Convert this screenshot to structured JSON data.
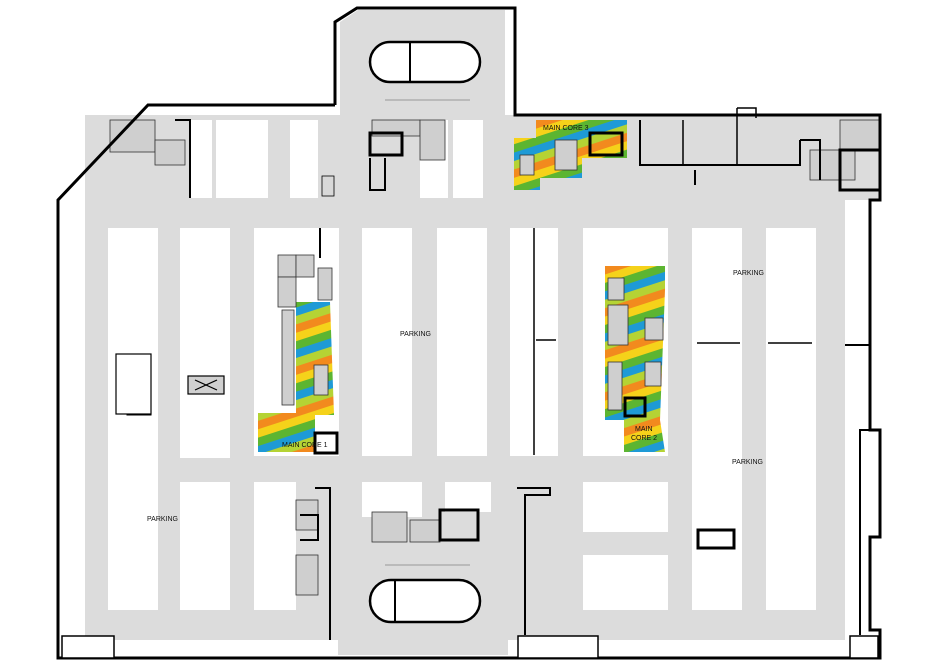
{
  "labels": {
    "parking_center": "PARKING",
    "parking_east_upper": "PARKING",
    "parking_east_lower": "PARKING",
    "parking_west": "PARKING",
    "core1": "MAIN CORE 1",
    "core2_line1": "MAIN",
    "core2_line2": "CORE 2",
    "core3": "MAIN CORE 3"
  },
  "colors": {
    "wall": "#000000",
    "road": "#dcdcdc",
    "island": "#ffffff",
    "stair": "#cfcfcf",
    "band_orange": "#f28a1e",
    "band_yellow": "#f5d21a",
    "band_green": "#5cb531",
    "band_blue": "#1e9ad6",
    "band_lime": "#b5d334"
  }
}
